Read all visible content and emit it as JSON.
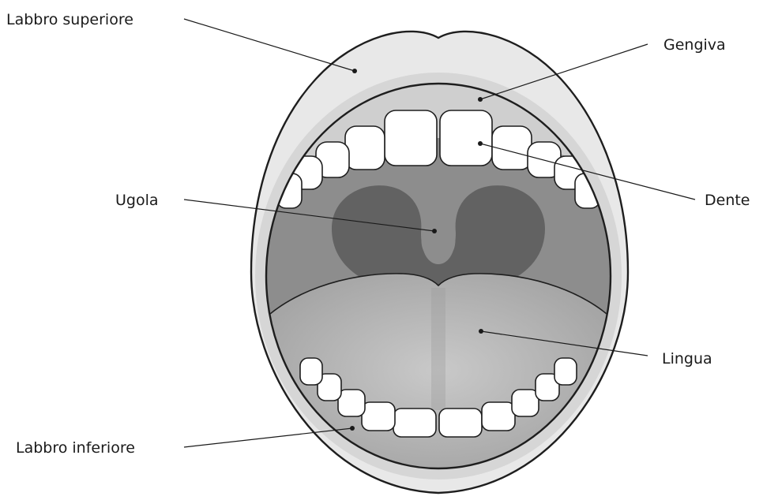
{
  "labels": {
    "upper_lip": "Labbro superiore",
    "gum": "Gengiva",
    "uvula": "Ugola",
    "tooth": "Dente",
    "tongue": "Lingua",
    "lower_lip": "Labbro inferiore"
  },
  "colors": {
    "lip": "#e8e8e8",
    "gum": "#cfcfcf",
    "palate": "#8d8d8d",
    "throat": "#626262",
    "tongue": "#b4b4b4",
    "teeth": "#ffffff",
    "outline": "#1e1e1e"
  }
}
